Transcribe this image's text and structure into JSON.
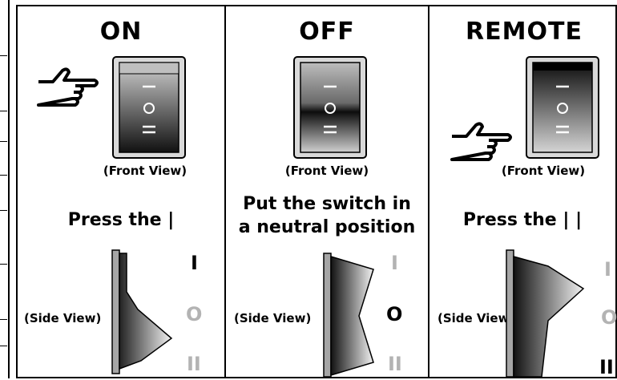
{
  "panels": [
    {
      "title": "ON",
      "front_caption": "(Front View)",
      "instruction": "Press the  |",
      "side_caption": "(Side View)",
      "positions": [
        "I",
        "O",
        "II"
      ],
      "active_position": "I"
    },
    {
      "title": "OFF",
      "front_caption": "(Front View)",
      "instruction": "Put the switch in a neutral position",
      "instruction_lines": [
        "Put the switch in",
        "a neutral position"
      ],
      "side_caption": "(Side View)",
      "positions": [
        "I",
        "O",
        "II"
      ],
      "active_position": "O"
    },
    {
      "title": "REMOTE",
      "front_caption": "(Front View)",
      "instruction": "Press the | |",
      "side_caption": "(Side View)",
      "positions": [
        "I",
        "O",
        "II"
      ],
      "active_position": "II"
    }
  ],
  "icons": [
    "pointing-hand-icon",
    "rocker-switch-front",
    "rocker-switch-side"
  ],
  "colors": {
    "active": "#000000",
    "inactive": "#b3b3b3",
    "border": "#000000"
  }
}
